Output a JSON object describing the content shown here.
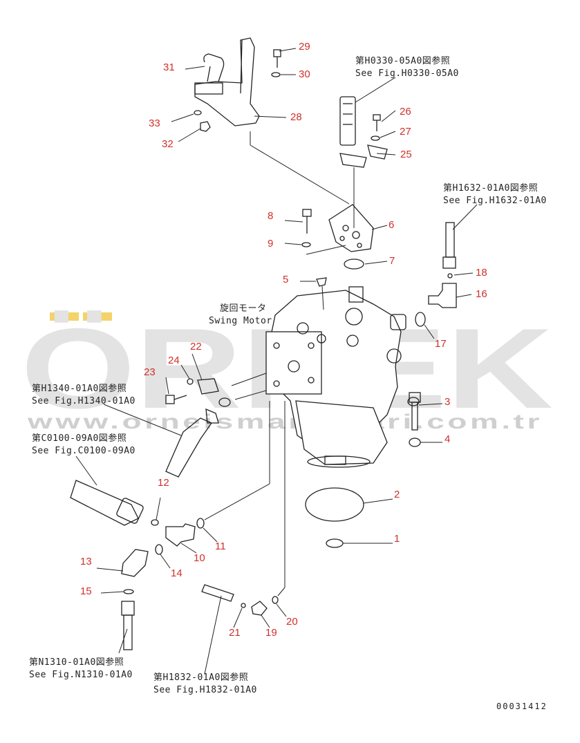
{
  "watermark": {
    "text": "ÖRNEK",
    "url": "www.orneismanualari.com.tr"
  },
  "motor_label": {
    "jp": "旋回モータ",
    "en": "Swing Motor"
  },
  "references": [
    {
      "id": "ref-h0330",
      "jp": "第H0330-05A0図参照",
      "en": "See Fig.H0330-05A0"
    },
    {
      "id": "ref-h1632",
      "jp": "第H1632-01A0図参照",
      "en": "See Fig.H1632-01A0"
    },
    {
      "id": "ref-h1340",
      "jp": "第H1340-01A0図参照",
      "en": "See Fig.H1340-01A0"
    },
    {
      "id": "ref-c0100",
      "jp": "第C0100-09A0図参照",
      "en": "See Fig.C0100-09A0"
    },
    {
      "id": "ref-n1310",
      "jp": "第N1310-01A0図参照",
      "en": "See Fig.N1310-01A0"
    },
    {
      "id": "ref-h1832",
      "jp": "第H1832-01A0図参照",
      "en": "See Fig.H1832-01A0"
    }
  ],
  "part_numbers": [
    "1",
    "2",
    "3",
    "4",
    "5",
    "6",
    "7",
    "8",
    "9",
    "10",
    "11",
    "12",
    "13",
    "14",
    "15",
    "16",
    "17",
    "18",
    "19",
    "20",
    "21",
    "22",
    "23",
    "24",
    "25",
    "26",
    "27",
    "28",
    "29",
    "30",
    "31",
    "32",
    "33"
  ],
  "drawing_id": "00031412",
  "colors": {
    "callout": "#d0302a",
    "line": "#222222",
    "watermark": "#e3e3e3",
    "accent": "#f3d36a"
  }
}
